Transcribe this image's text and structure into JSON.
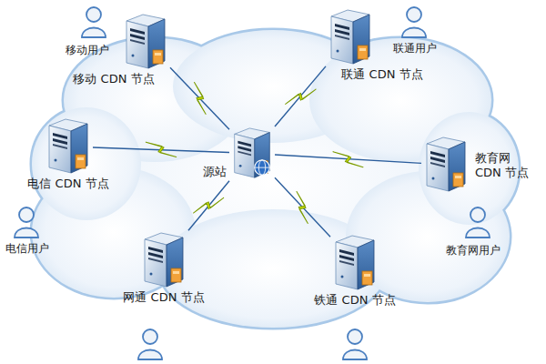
{
  "diagram": {
    "nodes": [
      {
        "text": [
          "移动 CDN 节点"
        ]
      },
      {
        "text": [
          "联通 CDN 节点"
        ]
      },
      {
        "text": [
          "电信 CDN 节点"
        ]
      },
      {
        "text": [
          "源站"
        ]
      },
      {
        "text": [
          "教育网 CDN 节点"
        ]
      },
      {
        "text": [
          "网通 CDN 节点"
        ]
      },
      {
        "text": [
          "铁通 CDN 节点"
        ]
      }
    ],
    "edges": [
      {
        "from": 3,
        "to": 0,
        "arrow": "none"
      },
      {
        "from": 3,
        "to": 1,
        "arrow": "none"
      },
      {
        "from": 3,
        "to": 2,
        "arrow": "none"
      },
      {
        "from": 3,
        "to": 4,
        "arrow": "none"
      },
      {
        "from": 3,
        "to": 5,
        "arrow": "none"
      },
      {
        "from": 3,
        "to": 6,
        "arrow": "none"
      }
    ],
    "labels": [
      "移动用户",
      "联通用户",
      "电信用户",
      "教育网用户"
    ]
  }
}
